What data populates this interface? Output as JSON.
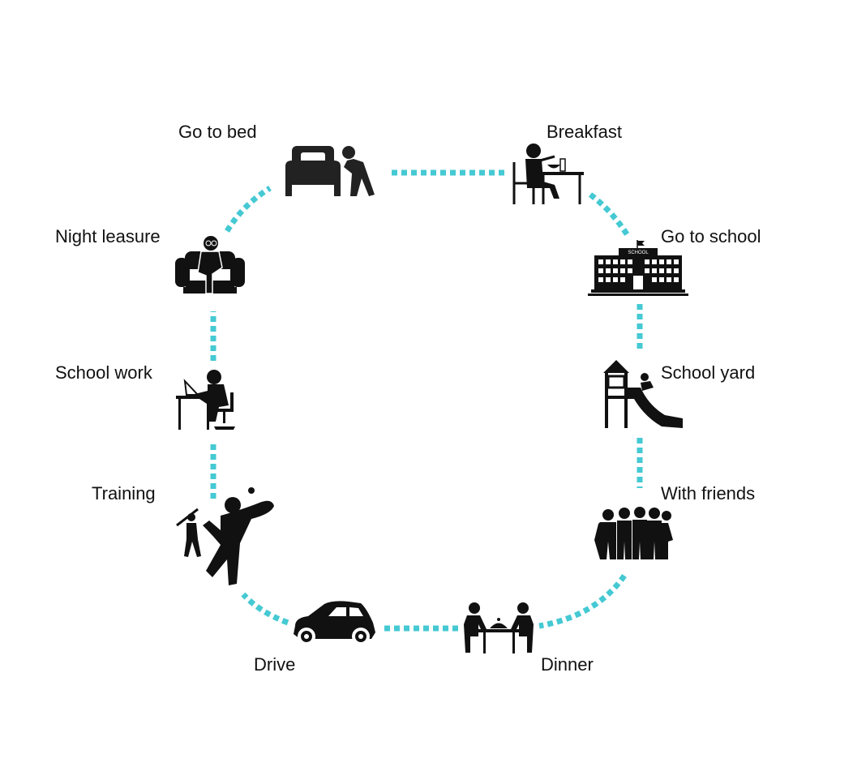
{
  "diagram": {
    "type": "daily-routine-cycle",
    "accent_color": "#45c9d3",
    "steps": [
      {
        "label": "Go to bed",
        "icon": "bed-icon"
      },
      {
        "label": "Breakfast",
        "icon": "breakfast-icon"
      },
      {
        "label": "Go to school",
        "icon": "school-building-icon",
        "sign_text": "SCHOOL"
      },
      {
        "label": "School yard",
        "icon": "playground-slide-icon"
      },
      {
        "label": "With friends",
        "icon": "friends-group-icon"
      },
      {
        "label": "Dinner",
        "icon": "dinner-table-icon"
      },
      {
        "label": "Drive",
        "icon": "car-icon"
      },
      {
        "label": "Training",
        "icon": "sports-training-icon"
      },
      {
        "label": "School work",
        "icon": "desk-study-icon"
      },
      {
        "label": "Night leasure",
        "icon": "armchair-reading-icon"
      }
    ]
  }
}
